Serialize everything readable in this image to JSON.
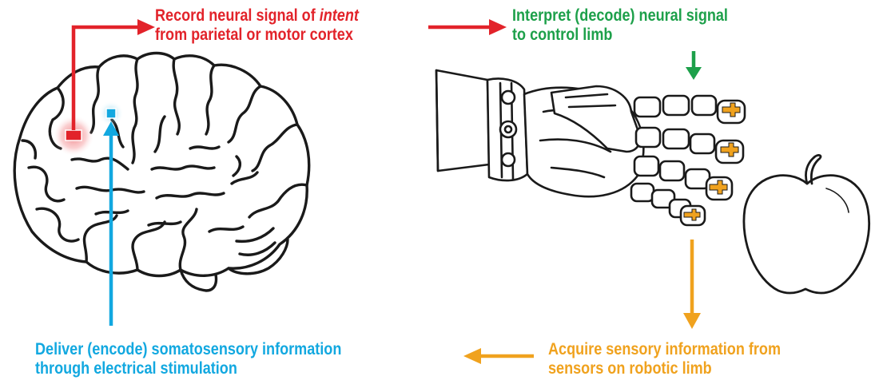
{
  "labels": {
    "record": {
      "line1_prefix": "Record neural signal of ",
      "line1_em": "intent",
      "line2": "from parietal or motor cortex"
    },
    "interpret": {
      "line1": "Interpret (decode) neural signal",
      "line2": "to control limb"
    },
    "deliver": {
      "line1": "Deliver (encode) somatosensory information",
      "line2": "through electrical stimulation"
    },
    "acquire": {
      "line1": "Acquire sensory information from",
      "line2": "sensors on robotic limb"
    }
  },
  "colors": {
    "record": "#e2232a",
    "interpret": "#1da04a",
    "deliver": "#12a8e0",
    "acquire": "#f0a21e",
    "outline": "#1a1a1a"
  }
}
